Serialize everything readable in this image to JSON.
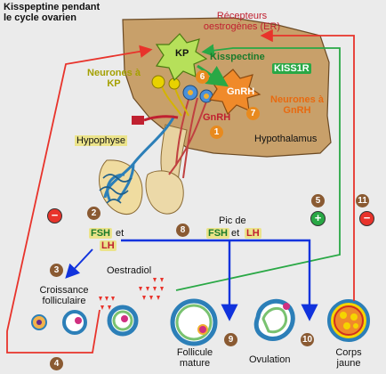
{
  "title": "Kisspeptine pendant le cycle ovarien",
  "labels": {
    "receptors": "Récepteurs oestrogènes (ER)",
    "kp": "KP",
    "kisspectine": "Kisspectine",
    "kiss1r": "KISS1R",
    "neurons_kp": "Neurones à KP",
    "gnrh_star": "GnRH",
    "neurons_gnrh": "Neurones à GnRH",
    "gnrh": "GnRH",
    "hypophyse": "Hypophyse",
    "hypothalamus": "Hypothalamus",
    "fsh": "FSH",
    "et": "et",
    "lh": "LH",
    "pic_de": "Pic de",
    "oestradiol": "Oestradiol",
    "croissance": "Croissance folliculaire",
    "follicule": "Follicule mature",
    "ovulation": "Ovulation",
    "corps_jaune": "Corps jaune"
  },
  "steps": [
    "1",
    "2",
    "3",
    "4",
    "5",
    "6",
    "7",
    "8",
    "9",
    "10",
    "11"
  ],
  "signs": {
    "minus": "−",
    "plus": "+"
  },
  "colors": {
    "brain": "#c8a06a",
    "kp_star": "#b6e05a",
    "gnrh_star": "#f08a2a",
    "red_arrow": "#e8332b",
    "green_arrow": "#29a845",
    "blue_arrow": "#1133dd",
    "step_badge": "#8a5a32",
    "step_orange": "#e88a1e"
  }
}
